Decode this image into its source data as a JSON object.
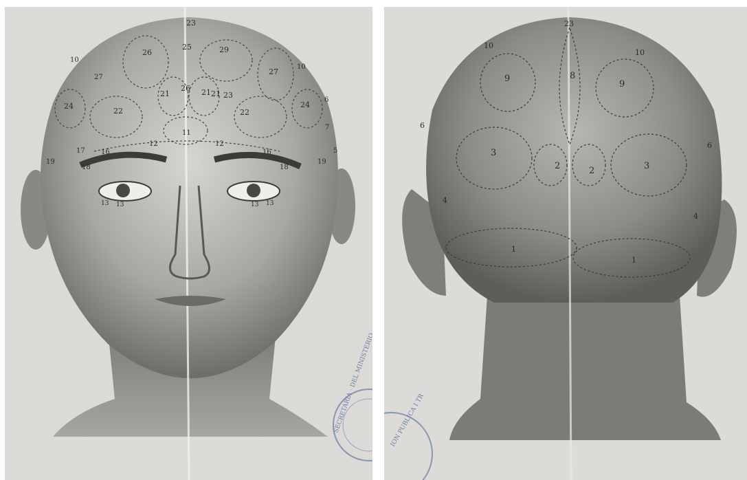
{
  "plates": [
    {
      "id": "front",
      "view": "front",
      "paper_color": "#dcdad6",
      "ink_color": "#3a3a3a",
      "region_numbers": [
        "23",
        "26",
        "25",
        "29",
        "27",
        "21",
        "21",
        "26",
        "21",
        "23",
        "22",
        "22",
        "24",
        "24",
        "10",
        "11",
        "12",
        "12",
        "17",
        "18",
        "16",
        "16",
        "18",
        "19",
        "13",
        "13",
        "13",
        "13",
        "19",
        "27",
        "6",
        "7",
        "5",
        "10"
      ],
      "stamp_text": "SECRETARIA · DEL MINISTERIO"
    },
    {
      "id": "back",
      "view": "back",
      "paper_color": "#dddbd7",
      "ink_color": "#3a3a3a",
      "region_numbers": [
        "23",
        "10",
        "10",
        "9",
        "9",
        "8",
        "6",
        "6",
        "3",
        "3",
        "2",
        "2",
        "4",
        "4",
        "1",
        "1"
      ],
      "stamp_text": "ION PUBLICA I TR"
    }
  ]
}
